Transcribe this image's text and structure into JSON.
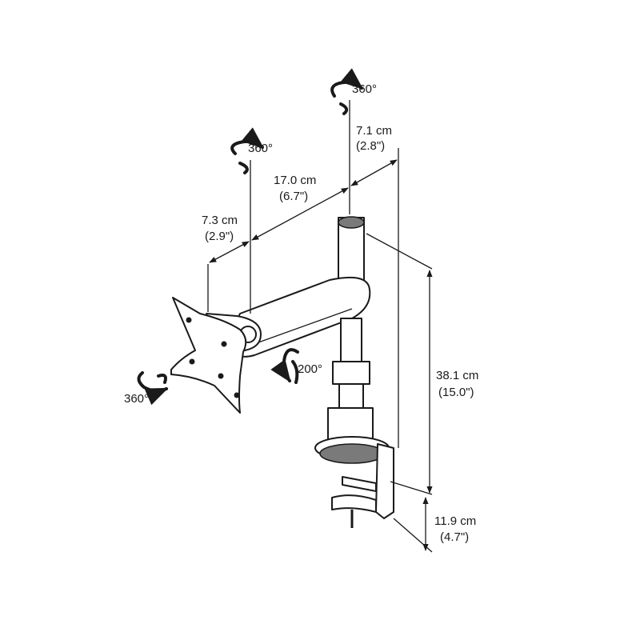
{
  "labels": {
    "rot_top": "360°",
    "rot_arm": "360°",
    "rot_head": "360°",
    "rot_joint": "200°",
    "d_pole_cm": "7.1 cm",
    "d_pole_in": "(2.8\")",
    "d_arm_cm": "17.0 cm",
    "d_arm_in": "(6.7\")",
    "d_head_cm": "7.3 cm",
    "d_head_in": "(2.9\")",
    "d_height_cm": "38.1 cm",
    "d_height_in": "(15.0\")",
    "d_clamp_cm": "11.9 cm",
    "d_clamp_in": "(4.7\")"
  },
  "icons": [
    "rotate-arrow-icon",
    "dimension-arrow-icon"
  ]
}
